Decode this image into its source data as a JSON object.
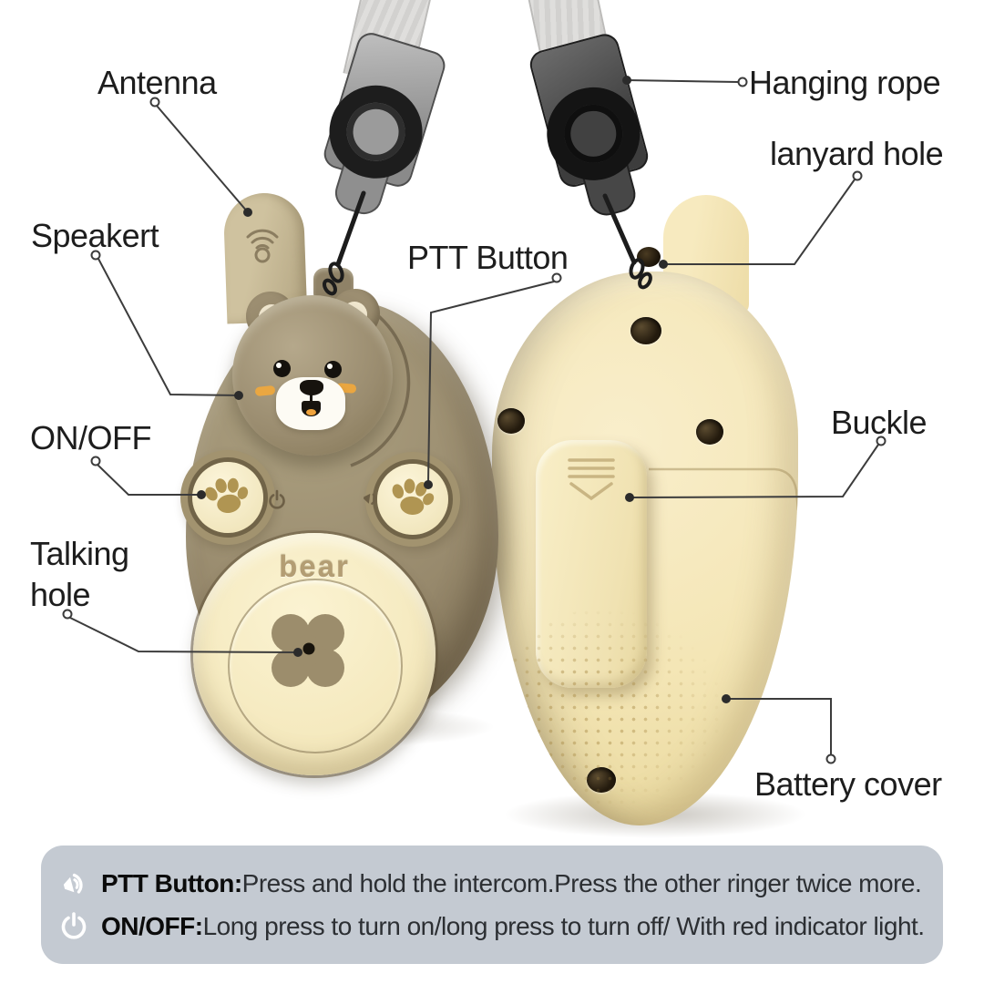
{
  "callouts": {
    "antenna": {
      "label": "Antenna"
    },
    "hanging_rope": {
      "label": "Hanging rope"
    },
    "lanyard_hole": {
      "label": "lanyard hole"
    },
    "speaker": {
      "label": "Speakert"
    },
    "ptt_button": {
      "label": "PTT Button"
    },
    "on_off": {
      "label": "ON/OFF"
    },
    "talking_hole": {
      "label": "Talking hole"
    },
    "buckle": {
      "label": "Buckle"
    },
    "battery_cover": {
      "label": "Battery cover"
    }
  },
  "device": {
    "brand_logo": "bear"
  },
  "info_bar": {
    "rows": [
      {
        "icon": "speaker-waves-icon",
        "title": "PTT Button:",
        "description": "Press and hold the intercom.Press the other ringer twice more."
      },
      {
        "icon": "power-icon",
        "title": "ON/OFF:",
        "description": "Long press to turn on/long press to turn off/ With red indicator light."
      }
    ]
  },
  "colors": {
    "front_device_body": "#97896c",
    "front_device_cream": "#f8f0d0",
    "back_device_body": "#f5e7ba",
    "strap": "#d8d7d5",
    "clasp_light": "#a9a9a9",
    "clasp_dark": "#474747",
    "info_bar_bg": "#c4cad2",
    "label_text": "#1d1d1d",
    "paw_print": "#b09552",
    "blush": "#f2a93b",
    "leader_line": "#3c3c3c"
  }
}
